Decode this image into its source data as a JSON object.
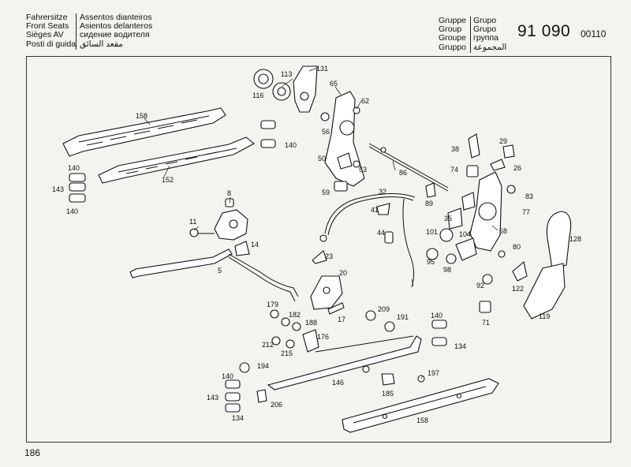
{
  "header": {
    "titles_left": [
      "Fahrersitze",
      "Front Seats",
      "Sièges AV",
      "Posti di guida"
    ],
    "titles_right": [
      "Assentos dianteiros",
      "Asientos delanteros",
      "сидение водителя",
      "مقعد السائق"
    ],
    "group_left": [
      "Gruppe",
      "Group",
      "Groupe",
      "Gruppo"
    ],
    "group_right": [
      "Grupo",
      "Grupo",
      "группа",
      "المجموعة"
    ],
    "group_number": "91 090",
    "group_subcode": "00110"
  },
  "page_number": "186",
  "callouts": [
    "158",
    "152",
    "140",
    "140",
    "143",
    "140",
    "8",
    "11",
    "5",
    "14",
    "116",
    "113",
    "131",
    "65",
    "62",
    "56",
    "50",
    "53",
    "59",
    "86",
    "32",
    "41",
    "44",
    "23",
    "89",
    "35",
    "101",
    "104",
    "68",
    "95",
    "98",
    "80",
    "92",
    "71",
    "38",
    "29",
    "74",
    "26",
    "83",
    "77",
    "128",
    "122",
    "119",
    "20",
    "17",
    "179",
    "182",
    "188",
    "212",
    "215",
    "176",
    "209",
    "191",
    "140",
    "134",
    "146",
    "185",
    "197",
    "140",
    "194",
    "143",
    "206",
    "134",
    "158"
  ]
}
